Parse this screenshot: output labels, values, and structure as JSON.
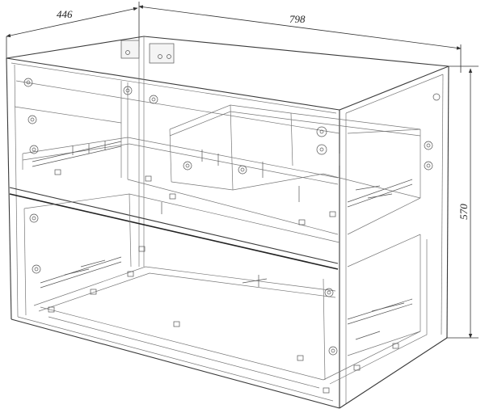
{
  "dimensions": {
    "depth": "446",
    "width": "798",
    "height": "570"
  }
}
